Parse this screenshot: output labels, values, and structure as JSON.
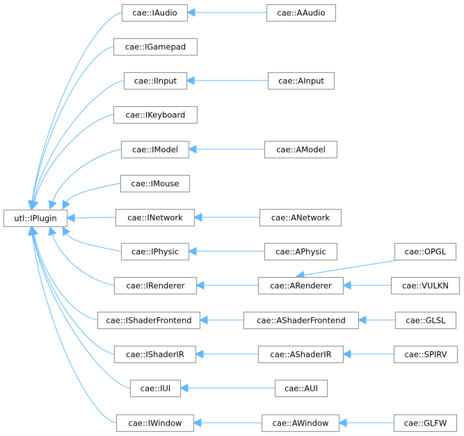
{
  "diagram": {
    "type": "class-inheritance-graph",
    "colors": {
      "edge": "#63b8ff",
      "node_border": "#999999",
      "node_fill": "#ffffff",
      "text": "#000000"
    },
    "nodes": [
      {
        "id": "IPlugin",
        "label": "utl::IPlugin"
      },
      {
        "id": "IAudio",
        "label": "cae::IAudio"
      },
      {
        "id": "IGamepad",
        "label": "cae::IGamepad"
      },
      {
        "id": "IInput",
        "label": "cae::IInput"
      },
      {
        "id": "IKeyboard",
        "label": "cae::IKeyboard"
      },
      {
        "id": "IModel",
        "label": "cae::IModel"
      },
      {
        "id": "IMouse",
        "label": "cae::IMouse"
      },
      {
        "id": "INetwork",
        "label": "cae::INetwork"
      },
      {
        "id": "IPhysic",
        "label": "cae::IPhysic"
      },
      {
        "id": "IRenderer",
        "label": "cae::IRenderer"
      },
      {
        "id": "IShaderFrontend",
        "label": "cae::IShaderFrontend"
      },
      {
        "id": "IShaderIR",
        "label": "cae::IShaderIR"
      },
      {
        "id": "IUI",
        "label": "cae::IUI"
      },
      {
        "id": "IWindow",
        "label": "cae::IWindow"
      },
      {
        "id": "AAudio",
        "label": "cae::AAudio"
      },
      {
        "id": "AInput",
        "label": "cae::AInput"
      },
      {
        "id": "AModel",
        "label": "cae::AModel"
      },
      {
        "id": "ANetwork",
        "label": "cae::ANetwork"
      },
      {
        "id": "APhysic",
        "label": "cae::APhysic"
      },
      {
        "id": "ARenderer",
        "label": "cae::ARenderer"
      },
      {
        "id": "AShaderFrontend",
        "label": "cae::AShaderFrontend"
      },
      {
        "id": "AShaderIR",
        "label": "cae::AShaderIR"
      },
      {
        "id": "AUI",
        "label": "cae::AUI"
      },
      {
        "id": "AWindow",
        "label": "cae::AWindow"
      },
      {
        "id": "OPGL",
        "label": "cae::OPGL"
      },
      {
        "id": "VULKN",
        "label": "cae::VULKN"
      },
      {
        "id": "GLSL",
        "label": "cae::GLSL"
      },
      {
        "id": "SPIRV",
        "label": "cae::SPIRV"
      },
      {
        "id": "GLFW",
        "label": "cae::GLFW"
      }
    ],
    "edges": [
      {
        "from": "IAudio",
        "to": "IPlugin"
      },
      {
        "from": "IGamepad",
        "to": "IPlugin"
      },
      {
        "from": "IInput",
        "to": "IPlugin"
      },
      {
        "from": "IKeyboard",
        "to": "IPlugin"
      },
      {
        "from": "IModel",
        "to": "IPlugin"
      },
      {
        "from": "IMouse",
        "to": "IPlugin"
      },
      {
        "from": "INetwork",
        "to": "IPlugin"
      },
      {
        "from": "IPhysic",
        "to": "IPlugin"
      },
      {
        "from": "IRenderer",
        "to": "IPlugin"
      },
      {
        "from": "IShaderFrontend",
        "to": "IPlugin"
      },
      {
        "from": "IShaderIR",
        "to": "IPlugin"
      },
      {
        "from": "IUI",
        "to": "IPlugin"
      },
      {
        "from": "IWindow",
        "to": "IPlugin"
      },
      {
        "from": "AAudio",
        "to": "IAudio"
      },
      {
        "from": "AInput",
        "to": "IInput"
      },
      {
        "from": "AModel",
        "to": "IModel"
      },
      {
        "from": "ANetwork",
        "to": "INetwork"
      },
      {
        "from": "APhysic",
        "to": "IPhysic"
      },
      {
        "from": "ARenderer",
        "to": "IRenderer"
      },
      {
        "from": "AShaderFrontend",
        "to": "IShaderFrontend"
      },
      {
        "from": "AShaderIR",
        "to": "IShaderIR"
      },
      {
        "from": "AUI",
        "to": "IUI"
      },
      {
        "from": "AWindow",
        "to": "IWindow"
      },
      {
        "from": "OPGL",
        "to": "ARenderer"
      },
      {
        "from": "VULKN",
        "to": "ARenderer"
      },
      {
        "from": "GLSL",
        "to": "AShaderFrontend"
      },
      {
        "from": "SPIRV",
        "to": "AShaderIR"
      },
      {
        "from": "GLFW",
        "to": "AWindow"
      }
    ]
  }
}
